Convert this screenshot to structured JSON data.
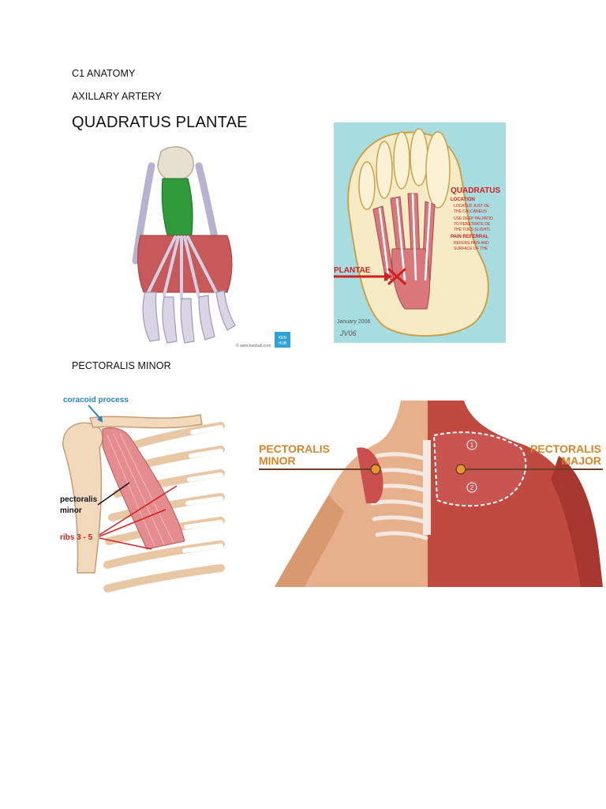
{
  "headings": {
    "line1": "C1 ANATOMY",
    "line2": "AXILLARY ARTERY",
    "title": "QUADRATUS PLANTAE",
    "section2": "PECTORALIS MINOR"
  },
  "figure_foot_left": {
    "credit": "© www.kenhub.com",
    "logo_top": "KEN",
    "logo_bottom": "HUB"
  },
  "figure_foot_right": {
    "heading": "QUADRATUS",
    "location_label": "LOCATION",
    "location_text_1": "LOCATED JUST DE",
    "location_text_2": "THE CALCANEUS",
    "palpation_1": "USE DEEP PALPATIO",
    "palpation_2": "TO PENETRATE DE",
    "palpation_3": "THE TOES SLIGHTL",
    "pain_label": "PAIN REFERRAL",
    "pain_1": "REFERS PAIN AND",
    "pain_2": "SURFACE OF THE",
    "plantae_label": "PLANTAE",
    "date": "January 2006",
    "signature": "JV06"
  },
  "figure_ribs": {
    "coracoid_label": "coracoid process",
    "pectoralis_label_1": "pectoralis",
    "pectoralis_label_2": "minor",
    "ribs_label": "ribs 3 - 5"
  },
  "figure_chest": {
    "left_label_1": "PECTORALIS",
    "left_label_2": "MINOR",
    "right_label_1": "PECTORALIS",
    "right_label_2": "MAJOR",
    "num_1": "1",
    "num_2": "2"
  },
  "colors": {
    "label_orange": "#d6862a",
    "kenhub_blue": "#2fa3d6",
    "muscle_red": "#c8595a",
    "muscle_green": "#2e9a3a",
    "bone": "#efe6d2",
    "cyan_bg": "#a7dde0"
  }
}
